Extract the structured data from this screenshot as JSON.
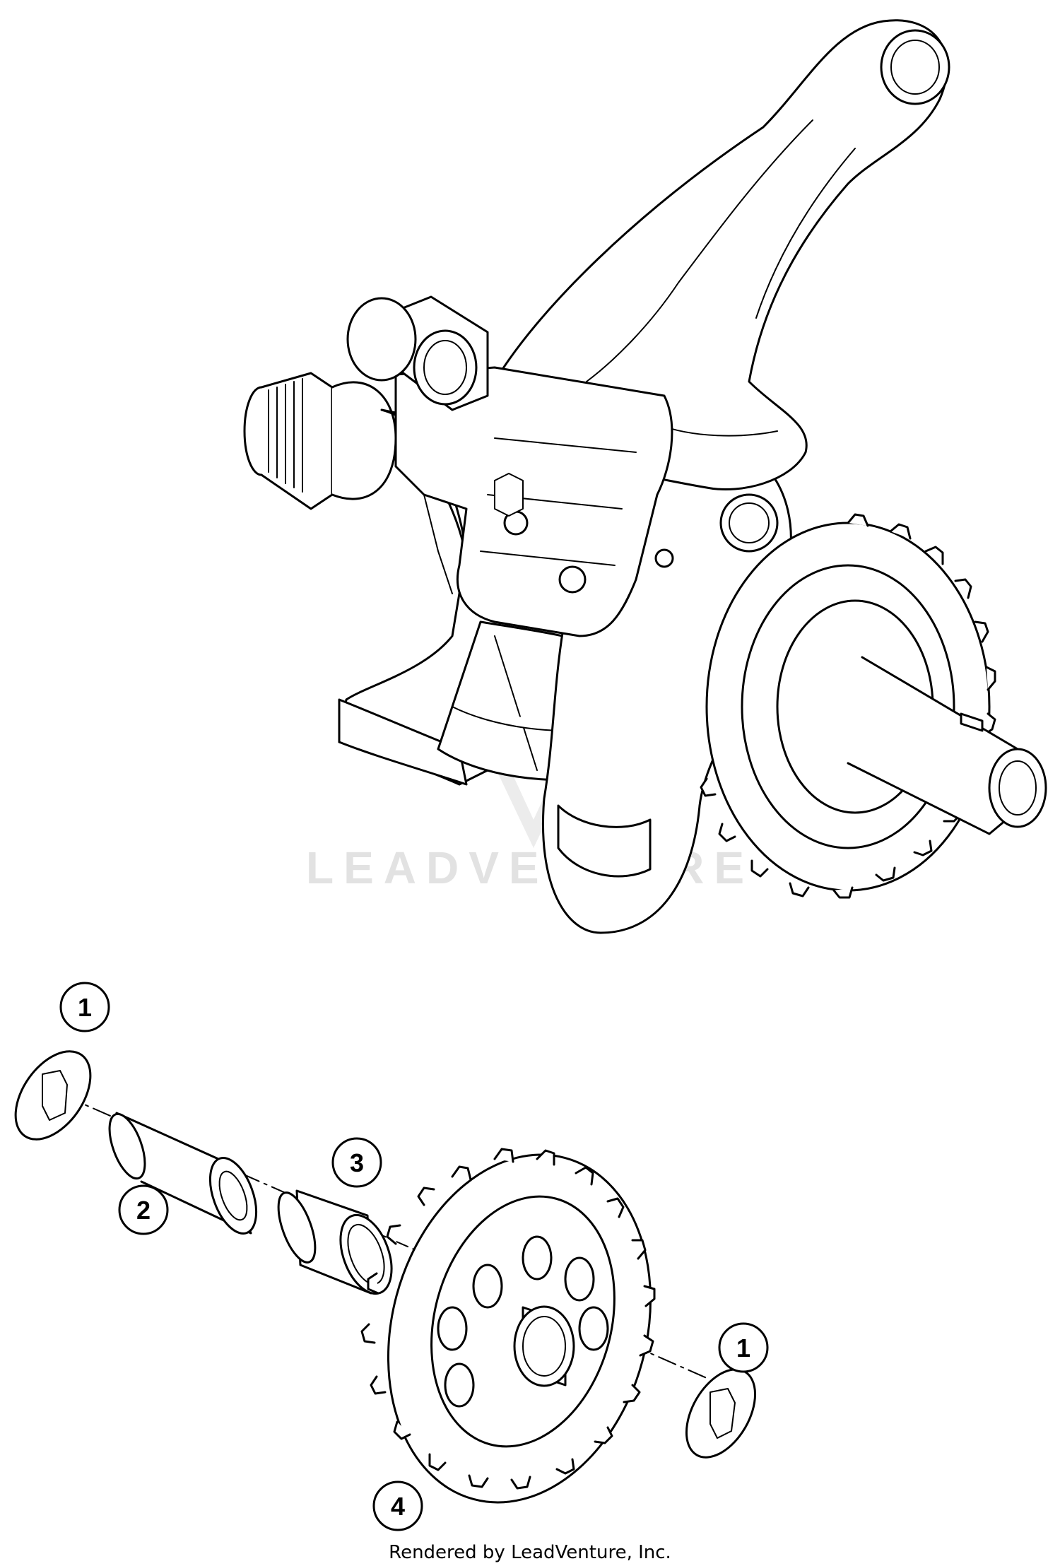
{
  "diagram": {
    "callouts": [
      {
        "id": "callout-1-top",
        "label": "1"
      },
      {
        "id": "callout-2",
        "label": "2"
      },
      {
        "id": "callout-3",
        "label": "3"
      },
      {
        "id": "callout-1-right",
        "label": "1"
      },
      {
        "id": "callout-4",
        "label": "4"
      }
    ],
    "watermark": "LEADVENTURE",
    "footer": "Rendered by LeadVenture, Inc."
  },
  "colors": {
    "line": "#000000",
    "watermark": "#e2e2e2",
    "background": "#ffffff"
  }
}
